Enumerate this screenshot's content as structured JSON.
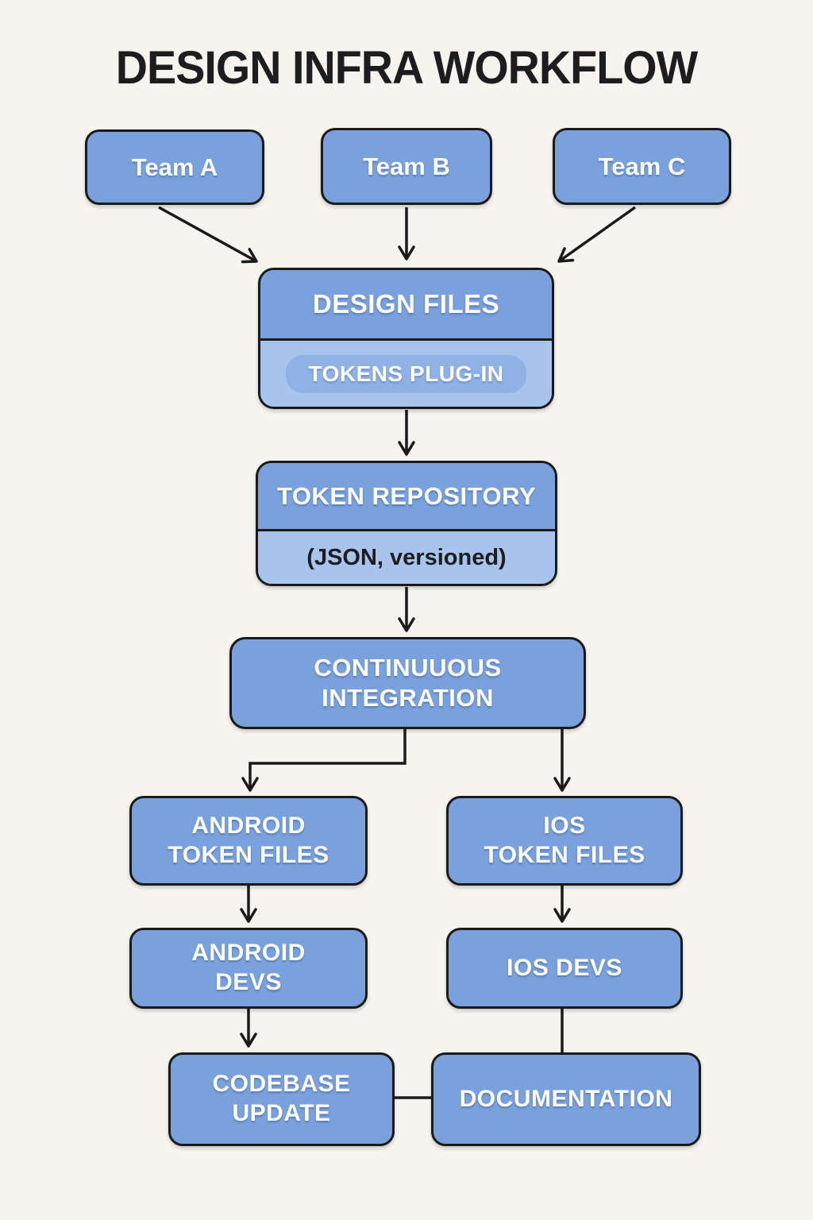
{
  "title": "DESIGN INFRA WORKFLOW",
  "colors": {
    "background": "#f6f4ef",
    "node_fill": "#7aa1dc",
    "node_fill_light": "#a8c4ed",
    "pill_fill": "#8fb1e4",
    "border": "#1a1a1a",
    "text_light": "#ffffff",
    "text_dark": "#1d1d1f"
  },
  "nodes": {
    "team_a": {
      "label": "Team A"
    },
    "team_b": {
      "label": "Team B"
    },
    "team_c": {
      "label": "Team C"
    },
    "design_files": {
      "title": "DESIGN FILES",
      "badge": "TOKENS PLUG-IN"
    },
    "token_repository": {
      "title": "TOKEN REPOSITORY",
      "subtitle": "(JSON, versioned)"
    },
    "continuous_integration": {
      "line1": "CONTINUUOUS",
      "line2": "INTEGRATION"
    },
    "android_token_files": {
      "line1": "ANDROID",
      "line2": "TOKEN FILES"
    },
    "ios_token_files": {
      "line1": "IOS",
      "line2": "TOKEN FILES"
    },
    "android_devs": {
      "line1": "ANDROID",
      "line2": "DEVS"
    },
    "ios_devs": {
      "label": "IOS DEVS"
    },
    "codebase_update": {
      "line1": "CODEBASE",
      "line2": "UPDATE"
    },
    "documentation": {
      "label": "DOCUMENTATION"
    }
  },
  "edges": [
    {
      "from": "team_a",
      "to": "design_files",
      "arrow": true
    },
    {
      "from": "team_b",
      "to": "design_files",
      "arrow": true
    },
    {
      "from": "team_c",
      "to": "design_files",
      "arrow": true
    },
    {
      "from": "design_files",
      "to": "token_repository",
      "arrow": true
    },
    {
      "from": "token_repository",
      "to": "continuous_integration",
      "arrow": true
    },
    {
      "from": "continuous_integration",
      "to": "android_token_files",
      "arrow": true
    },
    {
      "from": "continuous_integration",
      "to": "ios_token_files",
      "arrow": true
    },
    {
      "from": "android_token_files",
      "to": "android_devs",
      "arrow": true
    },
    {
      "from": "ios_token_files",
      "to": "ios_devs",
      "arrow": true
    },
    {
      "from": "android_devs",
      "to": "codebase_update",
      "arrow": true
    },
    {
      "from": "ios_devs",
      "to": "documentation",
      "arrow": false
    },
    {
      "from": "codebase_update",
      "to": "documentation",
      "arrow": false
    }
  ]
}
